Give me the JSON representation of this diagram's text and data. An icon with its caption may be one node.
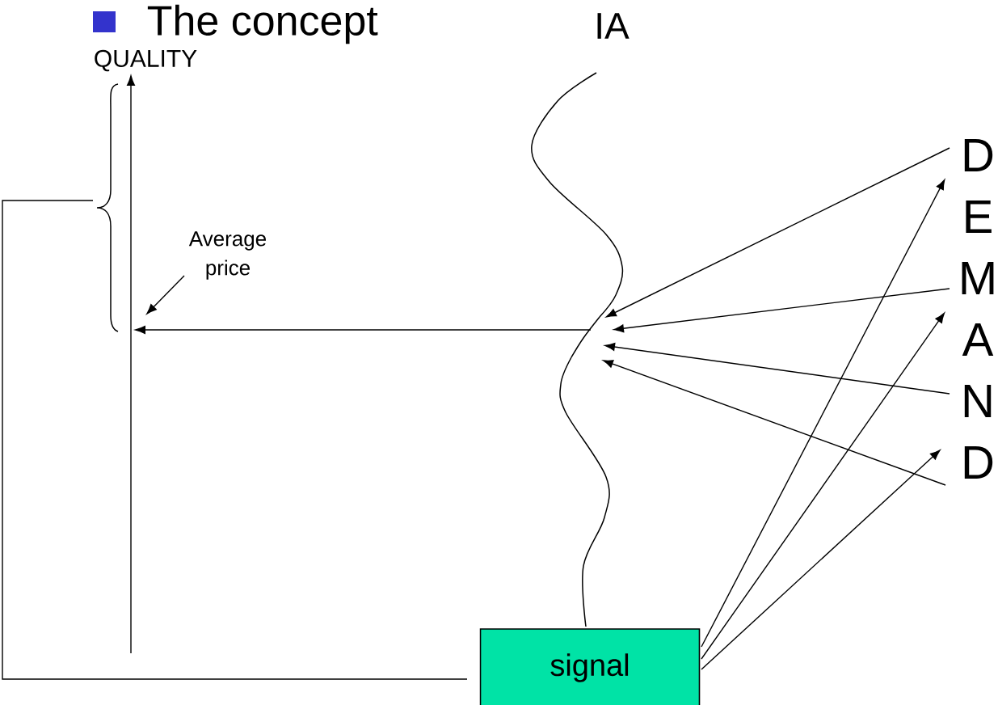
{
  "diagram": {
    "title": "The concept",
    "nodes": [
      {
        "text": [],
        "shape": "axis"
      },
      {
        "text": [],
        "shape": "bracket"
      },
      {
        "text": [
          "Average price"
        ]
      },
      {
        "text": [],
        "shape": "curve"
      },
      {
        "text": [
          "D"
        ]
      },
      {
        "text": [
          "E"
        ]
      },
      {
        "text": [
          "M"
        ]
      },
      {
        "text": [
          "A"
        ]
      },
      {
        "text": [
          "N"
        ]
      },
      {
        "text": [
          "D"
        ]
      },
      {
        "text": [
          "signal"
        ]
      }
    ],
    "edges": [
      {
        "from": 2,
        "to": 0,
        "arrow": "to"
      },
      {
        "from": 3,
        "to": 0,
        "arrow": "to"
      },
      {
        "from": 4,
        "to": 3,
        "arrow": "to"
      },
      {
        "from": 6,
        "to": 3,
        "arrow": "to"
      },
      {
        "from": 8,
        "to": 3,
        "arrow": "to"
      },
      {
        "from": 9,
        "to": 3,
        "arrow": "to"
      },
      {
        "from": 10,
        "to": 4,
        "arrow": "to"
      },
      {
        "from": 10,
        "to": 7,
        "arrow": "to"
      },
      {
        "from": 10,
        "to": 9,
        "arrow": "to"
      },
      {
        "from": 1,
        "to": 10,
        "arrow": "none"
      },
      {
        "from": 3,
        "to": 10,
        "arrow": "none"
      }
    ],
    "labels": [
      "IA",
      "QUALITY"
    ]
  }
}
